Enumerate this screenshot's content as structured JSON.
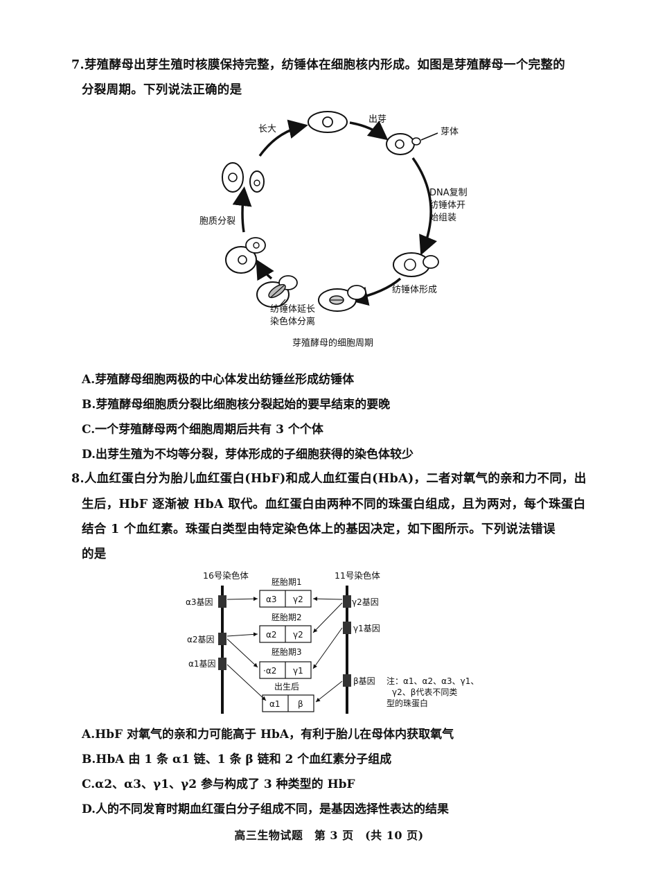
{
  "q7": {
    "stem_line1": "7.芽殖酵母出芽生殖时核膜保持完整，纺锤体在细胞核内形成。如图是芽殖酵母一个完整的",
    "stem_line2": "分裂周期。下列说法正确的是",
    "figure": {
      "labels": {
        "grow": "长大",
        "budding": "出芽",
        "bud": "芽体",
        "dna1": "DNA复制",
        "dna2": "纺锤体开",
        "dna3": "始组装",
        "spindle_form": "纺锤体形成",
        "elong1": "纺锤体延长",
        "elong2": "染色体分离",
        "cytokinesis": "胞质分裂"
      },
      "caption": "芽殖酵母的细胞周期"
    },
    "options": [
      "A.芽殖酵母细胞两极的中心体发出纺锤丝形成纺锤体",
      "B.芽殖酵母细胞质分裂比细胞核分裂起始的要早结束的要晚",
      "C.一个芽殖酵母两个细胞周期后共有 3 个个体",
      "D.出芽生殖为不均等分裂，芽体形成的子细胞获得的染色体较少"
    ]
  },
  "q8": {
    "stem_line1": "8.人血红蛋白分为胎儿血红蛋白(HbF)和成人血红蛋白(HbA)，二者对氧气的亲和力不同，出",
    "stem_line2": "生后，HbF 逐渐被 HbA 取代。血红蛋白由两种不同的珠蛋白组成，且为两对，每个珠蛋白",
    "stem_line3": "结合 1 个血红素。珠蛋白类型由特定染色体上的基因决定，如下图所示。下列说法错误",
    "stem_line4": "的是",
    "figure": {
      "chr16": "16号染色体",
      "chr11": "11号染色体",
      "gene_a3": "α3基因",
      "gene_a2": "α2基因",
      "gene_a1": "α1基因",
      "gene_g2": "γ2基因",
      "gene_g1": "γ1基因",
      "gene_b": "β基因",
      "stage1": "胚胎期1",
      "stage2": "胚胎期2",
      "stage3": "胚胎期3",
      "stage4": "出生后",
      "box1": [
        "α3",
        "γ2"
      ],
      "box2": [
        "α2",
        "γ2"
      ],
      "box3": [
        "·α2",
        "γ1"
      ],
      "box4": [
        "α1",
        "β"
      ],
      "note1": "注：α1、α2、α3、γ1、",
      "note2": "γ2、β代表不同类",
      "note3": "型的珠蛋白"
    },
    "options": [
      "A.HbF 对氧气的亲和力可能高于 HbA，有利于胎儿在母体内获取氧气",
      "B.HbA 由 1 条 α1 链、1 条 β 链和 2 个血红素分子组成",
      "C.α2、α3、γ1、γ2 参与构成了 3 种类型的 HbF",
      "D.人的不同发育时期血红蛋白分子组成不同，是基因选择性表达的结果"
    ]
  },
  "footer": "高三生物试题　第 3 页　(共 10 页)"
}
